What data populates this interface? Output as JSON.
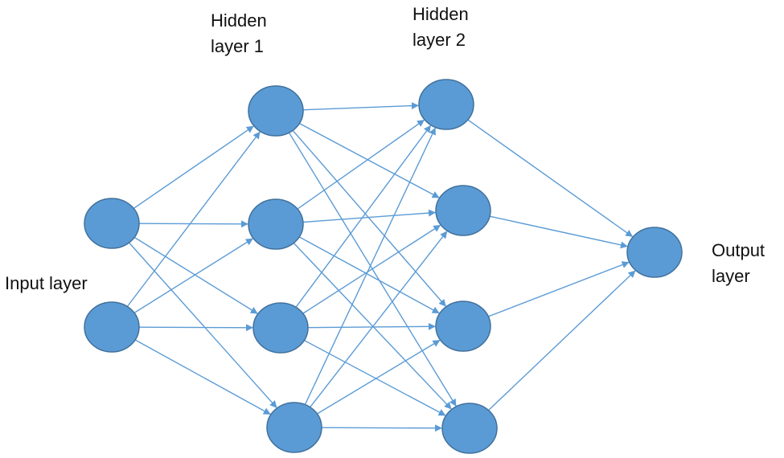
{
  "labels": {
    "input": "Input layer",
    "hidden1": "Hidden\nlayer 1",
    "hidden2": "Hidden\nlayer 2",
    "output": "Output\nlayer"
  },
  "colors": {
    "node_fill": "#5b9bd5",
    "node_stroke": "#41719c",
    "edge": "#5b9bd5"
  },
  "network": {
    "layers": [
      {
        "name": "input",
        "neurons": 2
      },
      {
        "name": "hidden-1",
        "neurons": 4
      },
      {
        "name": "hidden-2",
        "neurons": 4
      },
      {
        "name": "output",
        "neurons": 1
      }
    ],
    "connectivity": "fully-connected",
    "direction": "left-to-right"
  }
}
